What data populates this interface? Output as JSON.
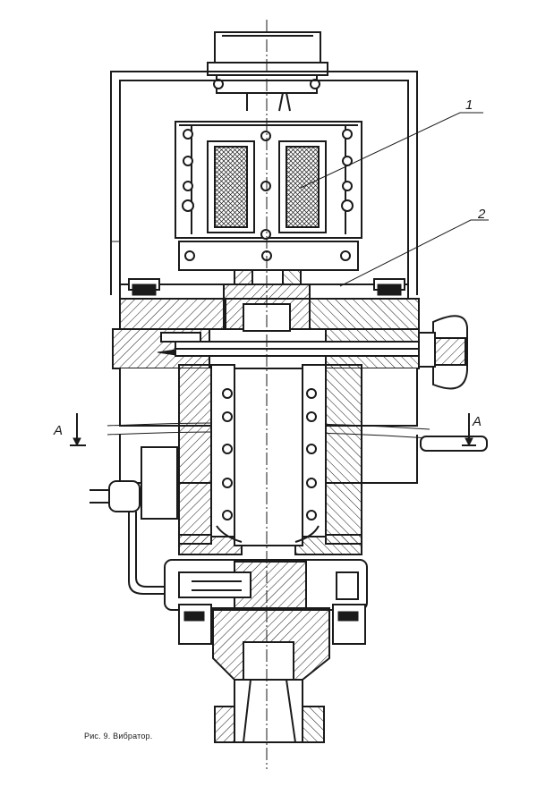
{
  "caption": "Рис. 9. Вибратор.",
  "labels": {
    "part_1": "1",
    "part_2": "2",
    "section_left": "A",
    "section_right": "A"
  }
}
